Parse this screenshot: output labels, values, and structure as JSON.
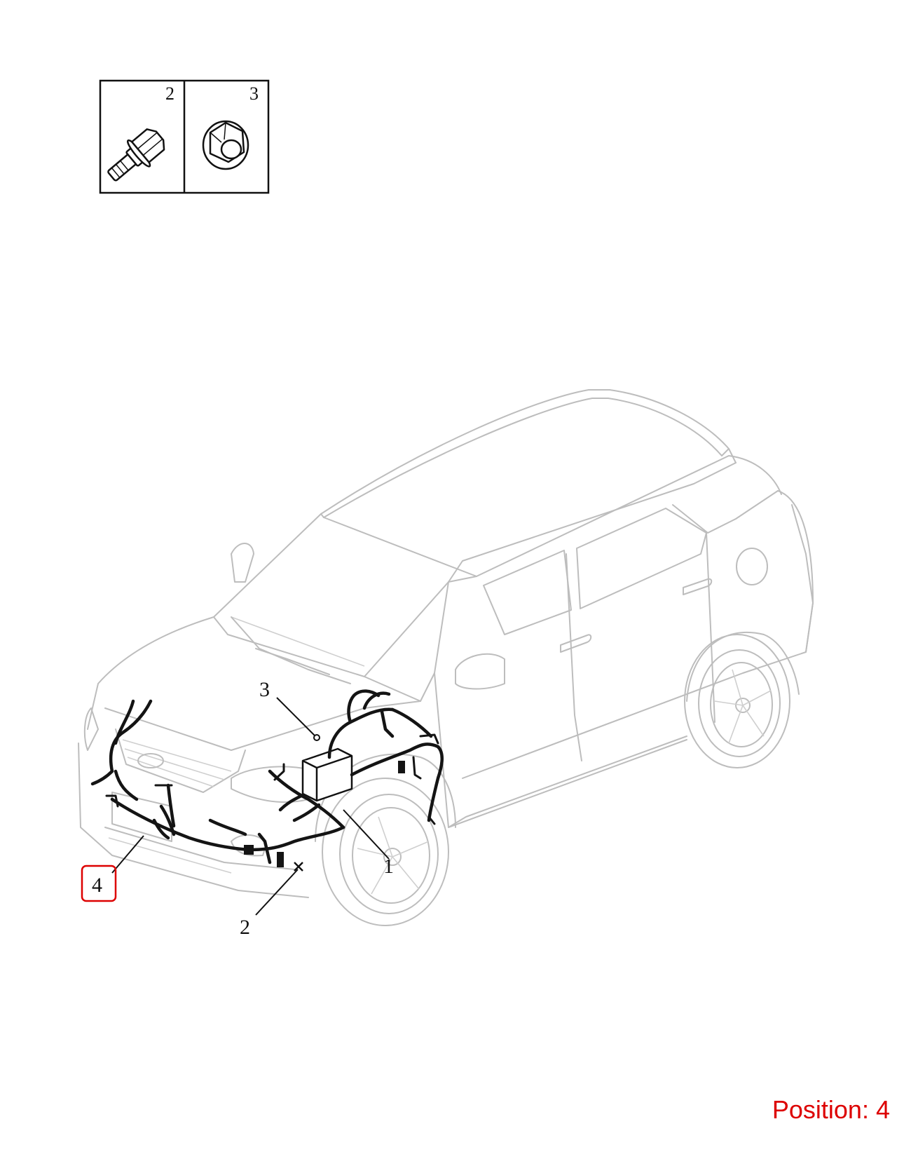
{
  "thumbnails": [
    {
      "number": "2",
      "icon": "bolt-icon"
    },
    {
      "number": "3",
      "icon": "flange-nut-icon"
    }
  ],
  "callouts": {
    "c1": "1",
    "c2": "2",
    "c3": "3",
    "c4": "4"
  },
  "highlighted_callout": "4",
  "highlight_color": "#dd0000",
  "position_label": {
    "prefix": "Position:",
    "value": "4"
  }
}
